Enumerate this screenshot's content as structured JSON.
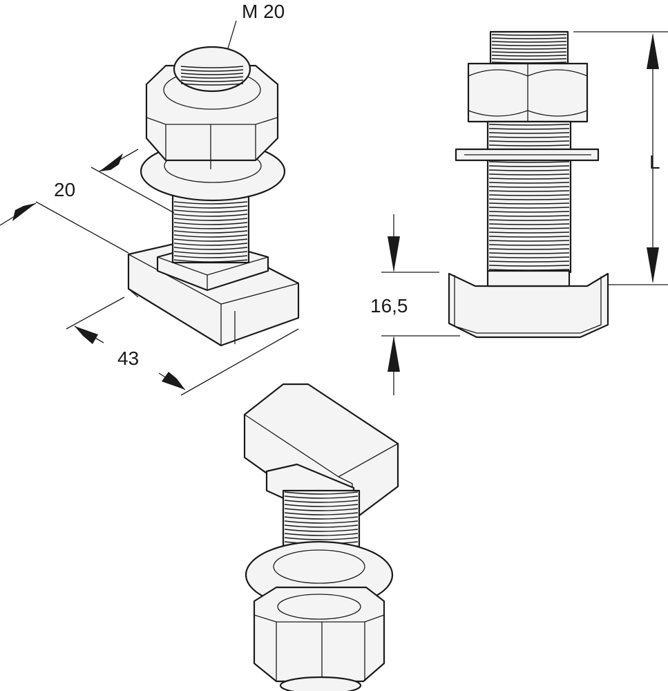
{
  "labels": {
    "thread_size": "M 20",
    "width": "20",
    "length": "43",
    "head_height": "16,5",
    "bolt_length": "L"
  }
}
